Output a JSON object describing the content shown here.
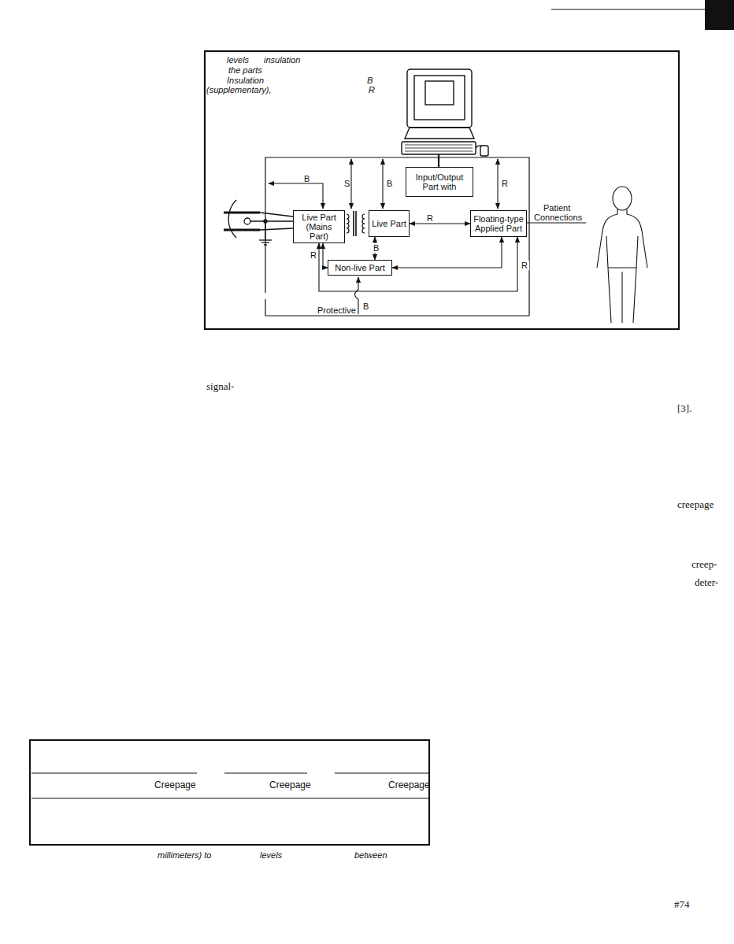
{
  "diagram": {
    "nodes": [
      {
        "text": [
          "Live Part (Mains Part)"
        ]
      },
      {
        "text": [
          "Live Part"
        ]
      },
      {
        "text": [
          "Input/Output Part with"
        ]
      },
      {
        "text": [
          "Floating-type Applied Part"
        ]
      },
      {
        "text": [
          "Non-live Part"
        ]
      }
    ],
    "edges": [
      {
        "from": 1,
        "to": 3,
        "arrow": "both",
        "label": "R"
      },
      {
        "from": 1,
        "to": 4,
        "arrow": "both",
        "label": "B"
      },
      {
        "from": 0,
        "to": 4,
        "arrow": "both",
        "label": "R"
      },
      {
        "from": 4,
        "to": 3,
        "arrow": "both"
      },
      {
        "from": 0,
        "to": 3,
        "arrow": "both",
        "label": "R"
      }
    ],
    "labels": [
      "levels",
      "insulation",
      "the parts",
      "Insulation",
      "B",
      "(supplementary),",
      "R",
      "B",
      "S",
      "B",
      "R",
      "Patient",
      "Connections",
      "Protective",
      "B",
      "signal-",
      "[3].",
      "creepage",
      "creep-",
      "deter-",
      "Creepage",
      "Creepage",
      "Creepage",
      "millimeters) to",
      "levels",
      "between",
      "#74"
    ]
  }
}
